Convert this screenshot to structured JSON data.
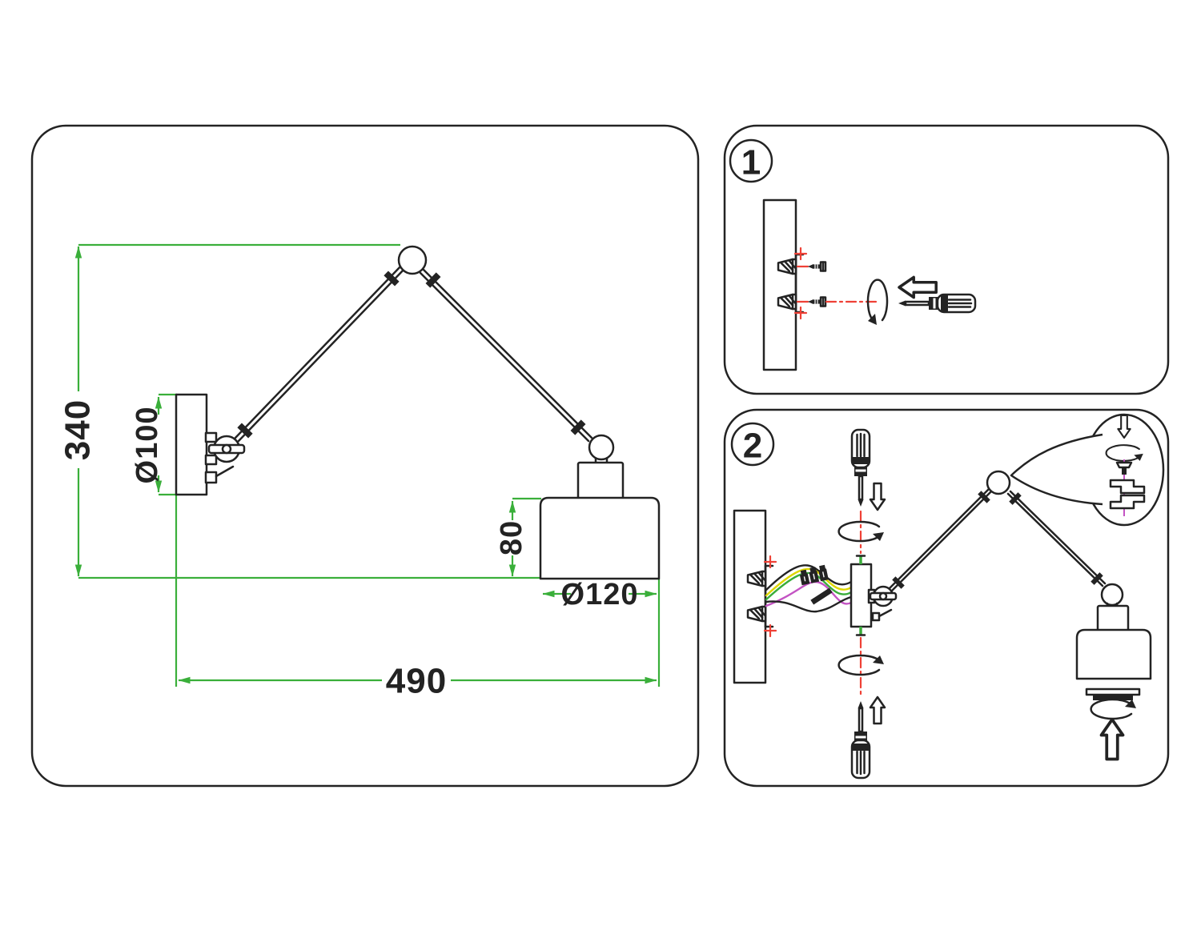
{
  "document": {
    "type": "wall-lamp installation instruction sheet",
    "background": "#ffffff"
  },
  "dimensions": {
    "height_overall": "340",
    "backplate_diameter": "Ø100",
    "shade_height": "80",
    "shade_diameter": "Ø120",
    "width_overall": "490"
  },
  "panels": {
    "dimension_panel": {
      "content": "wall lamp with two-section articulated arm, wall plate, toggle switch, elbow ball joint, shade"
    },
    "step1": {
      "badge": "1",
      "content": "drill wall, insert anchors, drive screws with screwdriver"
    },
    "step2": {
      "badge": "2",
      "content": "connect wires via terminal block, fix backplate with screws top and bottom, tighten joint knob (detail callout), attach diffuser under shade"
    }
  },
  "colors": {
    "ink": "#232323",
    "green": "#3aaf3a",
    "red": "#ef4136",
    "yellow": "#ddd600",
    "wiregreen": "#3aad3a",
    "magenta": "#c353c3"
  },
  "icons": {
    "screwdriver": "screwdriver-icon",
    "rotation": "rotation-arrow-icon",
    "direction_arrow": "outline-arrow-icon",
    "wall_anchor": "wall-anchor-icon",
    "screw": "screw-icon",
    "crosshair": "crosshair-mark-icon",
    "callout": "callout-bubble"
  }
}
